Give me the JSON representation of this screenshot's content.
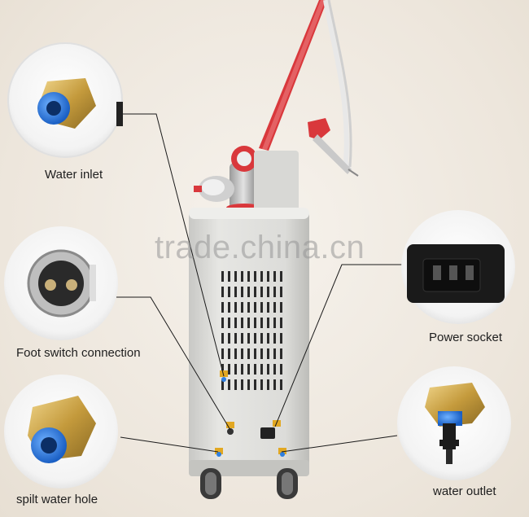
{
  "labels": {
    "water_inlet": "Water inlet",
    "foot_switch": "Foot switch connection",
    "spilt_water": "spilt water hole",
    "power_socket": "Power socket",
    "water_outlet": "water outlet"
  },
  "watermark": "trade.china.cn",
  "colors": {
    "background": "#efe9e1",
    "machine_body": "#dcdcd8",
    "handpiece_red": "#d9383c",
    "connector_blue": "#2f7fe0",
    "brass": "#c9a24a"
  }
}
